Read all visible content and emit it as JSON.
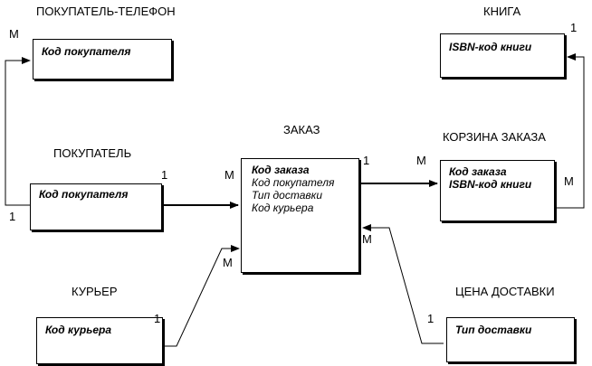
{
  "entities": {
    "phone": {
      "title": "ПОКУПАТЕЛЬ-ТЕЛЕФОН",
      "key": [
        "Код покупателя"
      ],
      "attrs": []
    },
    "book": {
      "title": "КНИГА",
      "key": [
        "ISBN-код книги"
      ],
      "attrs": []
    },
    "customer": {
      "title": "ПОКУПАТЕЛЬ",
      "key": [
        "Код покупателя"
      ],
      "attrs": []
    },
    "order": {
      "title": "ЗАКАЗ",
      "key": [
        "Код заказа"
      ],
      "attrs": [
        "Код покупателя",
        "Тип доставки",
        "Код курьера"
      ]
    },
    "cart": {
      "title": "КОРЗИНА ЗАКАЗА",
      "key": [
        "Код заказа",
        "ISBN-код книги"
      ],
      "attrs": []
    },
    "courier": {
      "title": "КУРЬЕР",
      "key": [
        "Код курьера"
      ],
      "attrs": []
    },
    "delivery": {
      "title": "ЦЕНА ДОСТАВКИ",
      "key": [
        "Тип доставки"
      ],
      "attrs": []
    }
  },
  "cardinalities": {
    "phone_m": "M",
    "customer_phone_1": "1",
    "customer_order_1": "1",
    "order_customer_m": "M",
    "order_cart_1": "1",
    "cart_order_m": "M",
    "book_1": "1",
    "cart_book_m": "M",
    "courier_1": "1",
    "order_courier_m": "M",
    "order_delivery_m": "M",
    "delivery_1": "1"
  },
  "colors": {
    "line": "#000000",
    "box_bg": "#ffffff",
    "text": "#000000"
  }
}
